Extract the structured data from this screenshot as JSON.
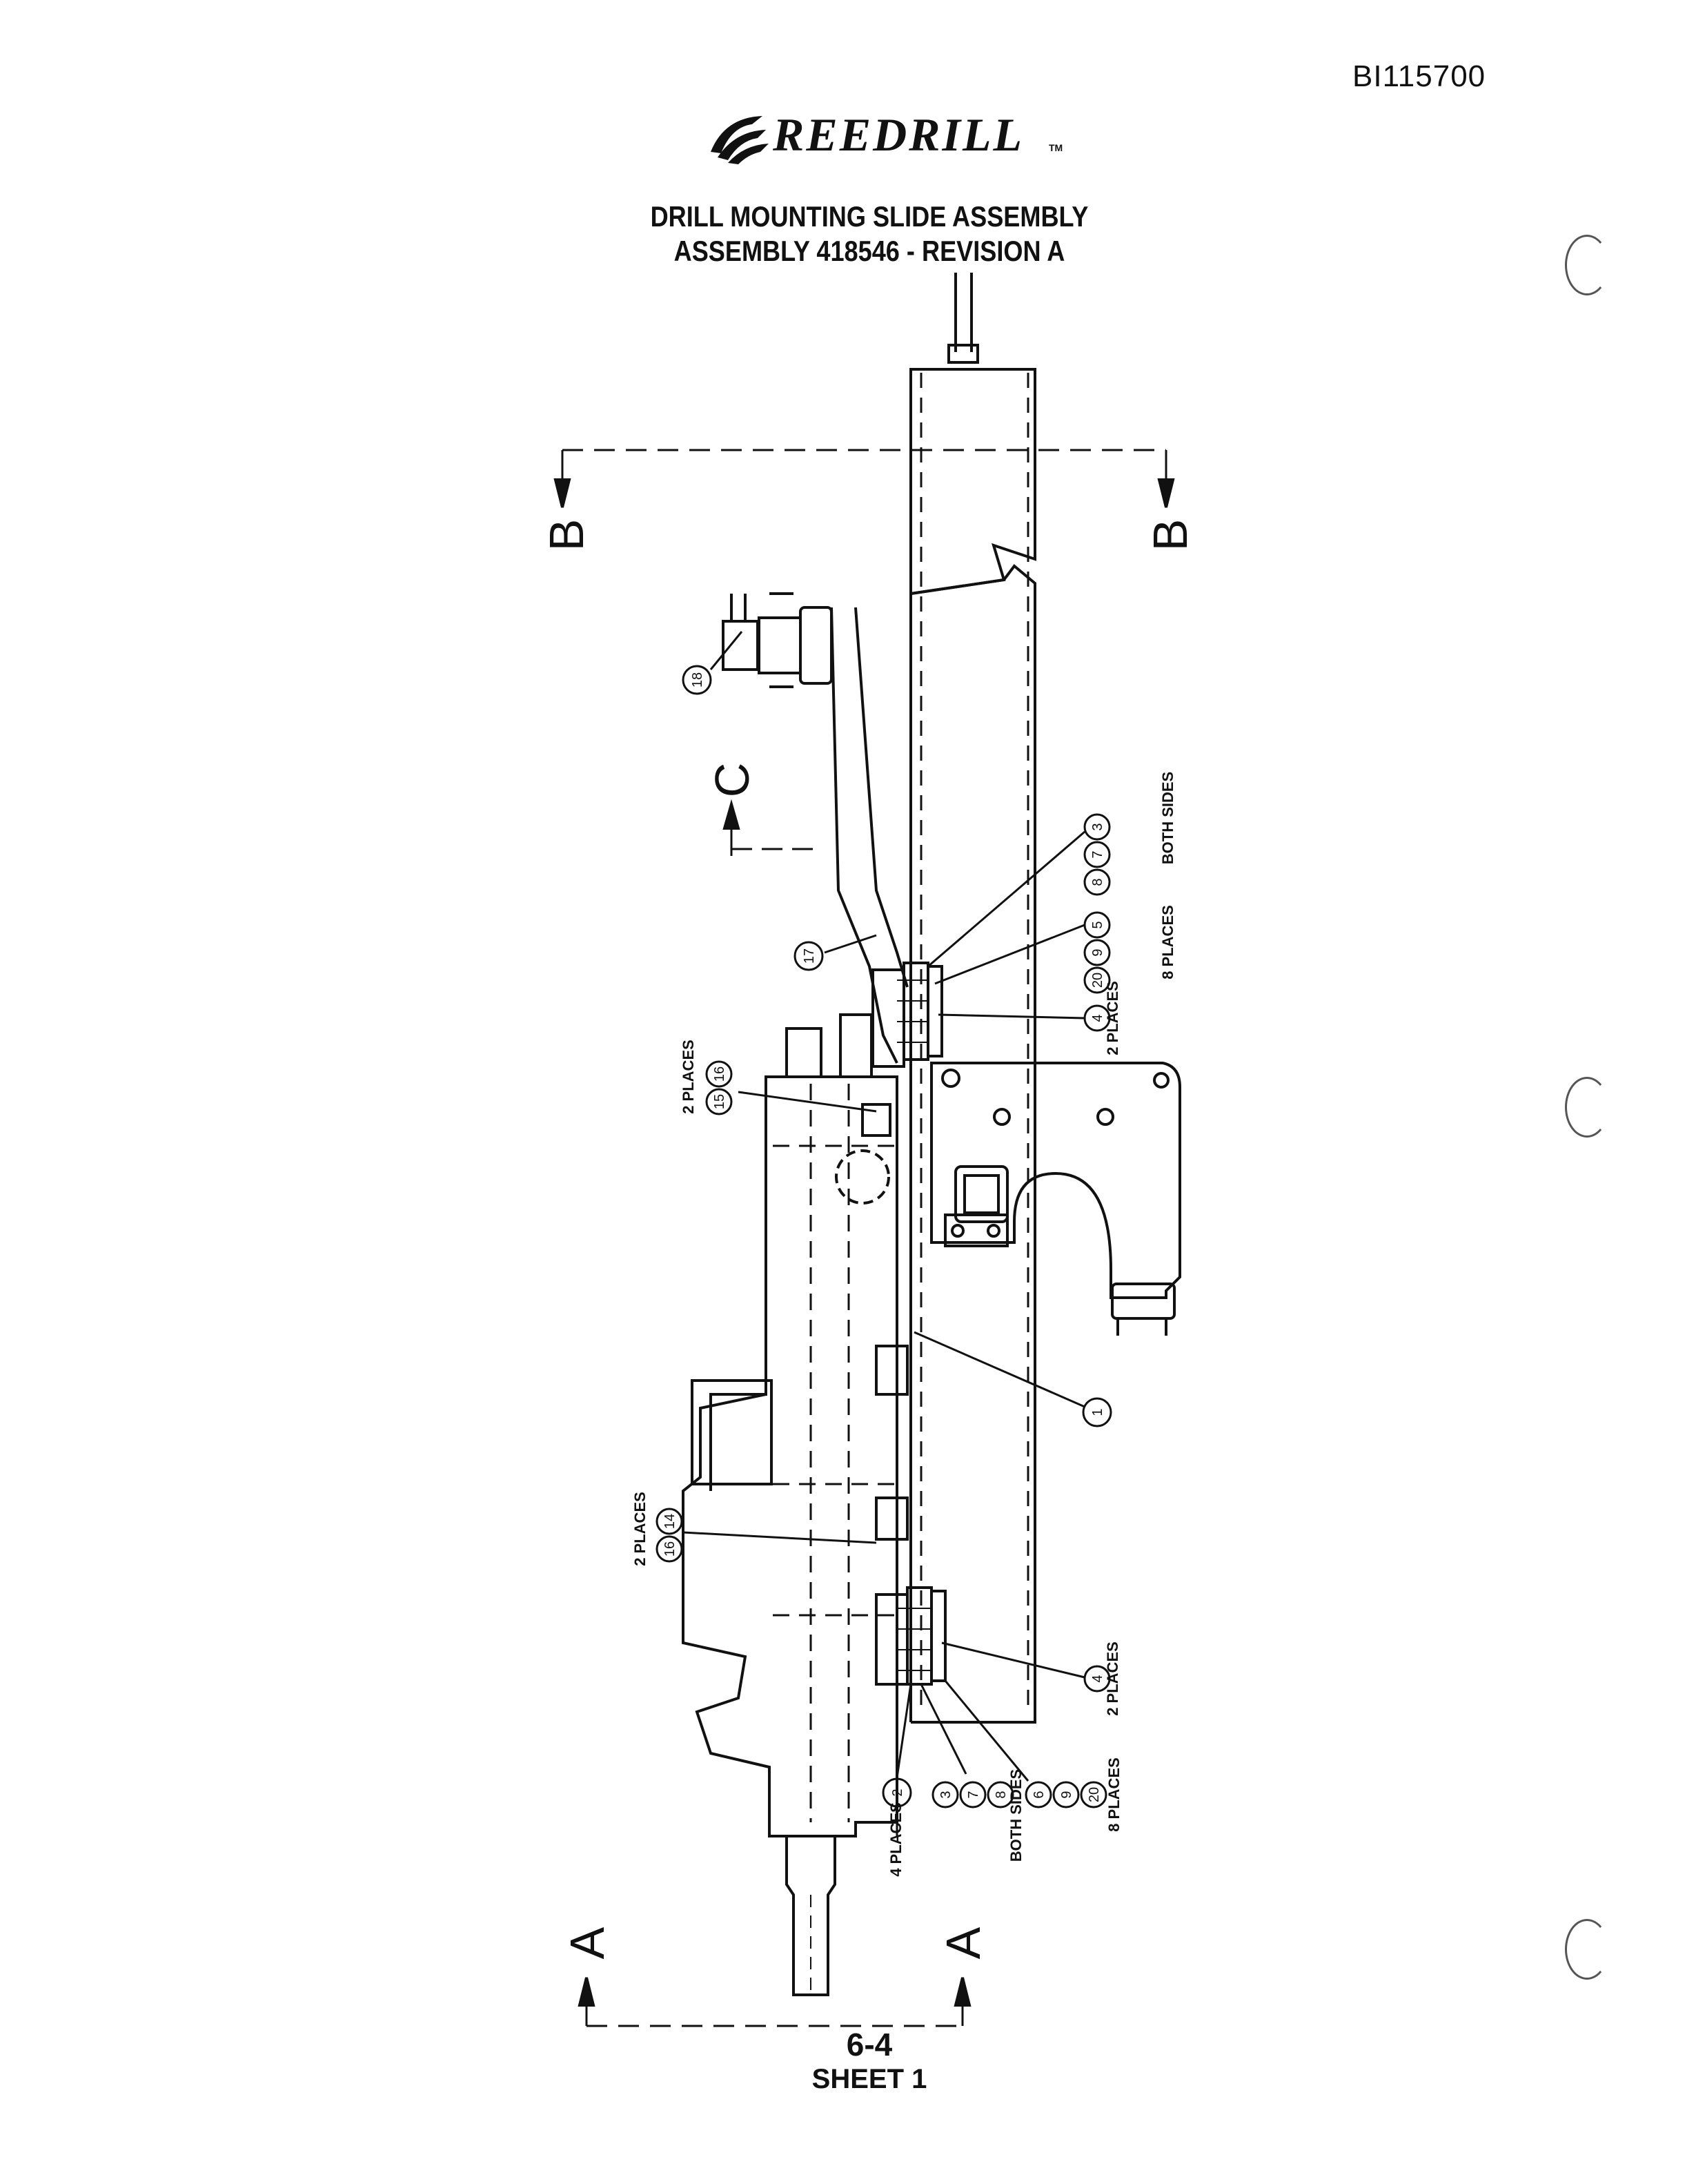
{
  "document_id": "BI115700",
  "logo": {
    "text": "REEDRILL",
    "tm": "TM"
  },
  "title_line1": "DRILL MOUNTING SLIDE ASSEMBLY",
  "title_line2": "ASSEMBLY 418546 - REVISION A",
  "footer_page": "6-4",
  "footer_sheet": "SHEET 1",
  "section_marks": {
    "b": "B",
    "c": "C",
    "a": "A"
  },
  "callouts": {
    "c18": "18",
    "c17": "17",
    "c1": "1",
    "c2": "2",
    "g3a": [
      "3",
      "7",
      "8"
    ],
    "g5": [
      "5",
      "9",
      "20"
    ],
    "g4a": "4",
    "g15": [
      "16",
      "15"
    ],
    "g14": [
      "14",
      "16"
    ],
    "g4b": "4",
    "g3b": [
      "3",
      "7",
      "8"
    ],
    "g6": [
      "6",
      "9",
      "20"
    ]
  },
  "notes": {
    "both_sides": "BOTH SIDES",
    "eight_places": "8 PLACES",
    "two_places": "2 PLACES",
    "four_places": "4 PLACES"
  }
}
